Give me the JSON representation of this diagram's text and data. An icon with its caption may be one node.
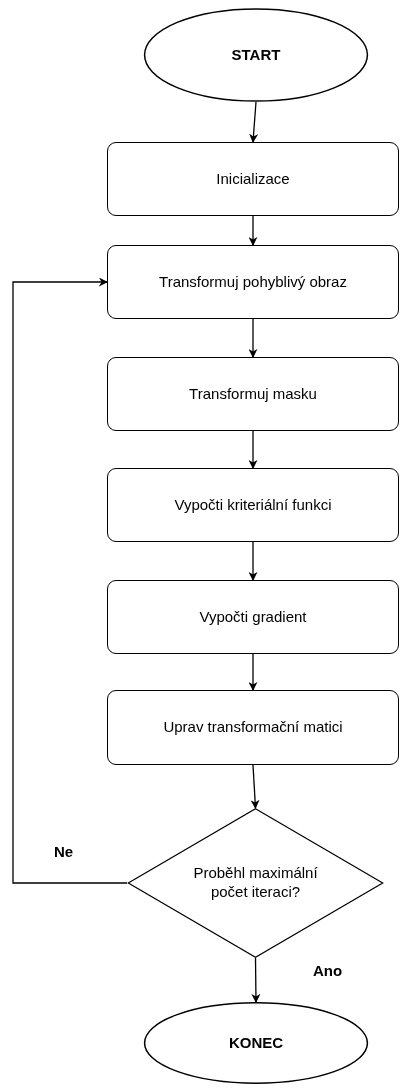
{
  "diagram": {
    "nodes": [
      {
        "text": [
          "START"
        ]
      },
      {
        "text": [
          "Inicializace"
        ]
      },
      {
        "text": [
          "Transformuj pohyblivý obraz"
        ]
      },
      {
        "text": [
          "Transformuj masku"
        ]
      },
      {
        "text": [
          "Vypočti kriteriální funkci"
        ]
      },
      {
        "text": [
          "Vypočti gradient"
        ]
      },
      {
        "text": [
          "Uprav transformační matici"
        ]
      },
      {
        "text": [
          "Proběhl maximální počet iteraci?"
        ]
      },
      {
        "text": [
          "KONEC"
        ]
      }
    ],
    "edges": [
      {
        "from": 0,
        "to": 1,
        "arrow": "to"
      },
      {
        "from": 1,
        "to": 2,
        "arrow": "to"
      },
      {
        "from": 2,
        "to": 3,
        "arrow": "to"
      },
      {
        "from": 3,
        "to": 4,
        "arrow": "to"
      },
      {
        "from": 4,
        "to": 5,
        "arrow": "to"
      },
      {
        "from": 5,
        "to": 6,
        "arrow": "to"
      },
      {
        "from": 6,
        "to": 7,
        "arrow": "to"
      },
      {
        "from": 7,
        "to": 2,
        "arrow": "to",
        "label": "Ne"
      },
      {
        "from": 7,
        "to": 8,
        "arrow": "to",
        "label": "Ano"
      }
    ]
  }
}
